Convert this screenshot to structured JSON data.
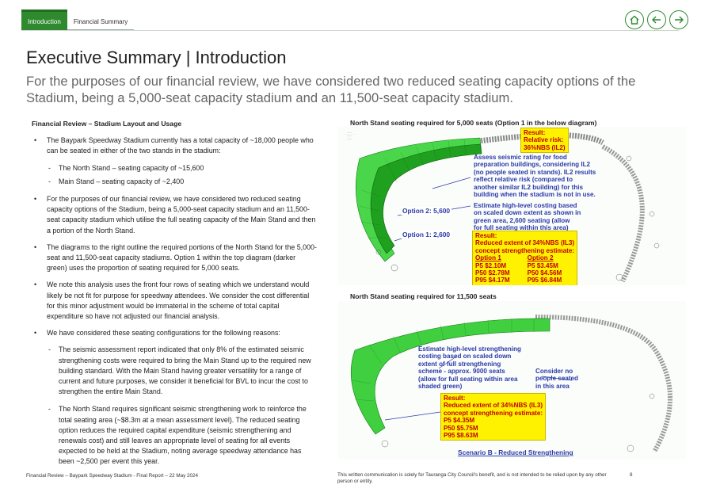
{
  "tabs": [
    {
      "label": "Introduction"
    },
    {
      "label": "Financial Summary"
    }
  ],
  "nav": {
    "home": "home-icon",
    "back": "arrow-left-icon",
    "next": "arrow-right-icon",
    "color": "#2f8a2f"
  },
  "title": "Executive Summary | Introduction",
  "subtitle": "For the purposes of our financial review, we have considered two reduced seating capacity options of the Stadium, being a 5,000-seat capacity stadium and an 11,500-seat capacity stadium.",
  "left": {
    "heading": "Financial Review – Stadium Layout and Usage",
    "b1": "The Baypark Speedway Stadium currently has a total capacity of ~18,000 people who can be seated in either of the two stands in the stadium:",
    "b1_sub1": "The North Stand – seating capacity of ~15,600",
    "b1_sub2": "Main Stand – seating capacity of ~2,400",
    "b2": "For the purposes of our financial review, we have considered two reduced seating capacity options of the Stadium, being a 5,000-seat capacity stadium and an 11,500-seat capacity stadium which utilise the full seating capacity of the Main Stand and then a portion of the North Stand.",
    "b3": "The diagrams to the right outline the required portions of the North Stand for the 5,000-seat and 11,500-seat capacity stadiums. Option 1 within the top diagram (darker green) uses the proportion of seating required for 5,000 seats.",
    "b4": "We note this analysis uses the front four rows of seating which we understand would likely be not fit for purpose for speedway attendees. We consider the cost differential for this minor adjustment would be immaterial in the scheme of total capital expenditure so have not adjusted our financial analysis.",
    "b5": "We have considered these seating configurations for the following reasons:",
    "b5_sub1": "The seismic assessment report indicated that only 8% of the estimated seismic strengthening costs were required to bring the Main Stand up to the required new building standard.  With the Main Stand having greater versatility for a range of current and future purposes, we consider it beneficial for BVL to incur the cost to strengthen the entire Main Stand.",
    "b5_sub2": "The North Stand requires significant seismic strengthening work to reinforce the total seating area (~$8.3m at a mean assessment level). The reduced seating option reduces the required capital expenditure (seismic strengthening and renewals cost) and still leaves an appropriate level of seating for all events expected to be held at the Stadium, noting average speedway attendance has been ~2,500 per event this year."
  },
  "diagram1": {
    "heading": "North Stand seating required for 5,000 seats (Option 1 in the below diagram)",
    "result_top": [
      "Result:",
      "Relative risk:",
      "36%NBS (IL2)"
    ],
    "assess": [
      "Assess seismic rating for food",
      "preparation buildings, considering IL2",
      "(no people seated in stands). IL2 results",
      "reflect relative risk (compared to",
      "another similar IL2 building) for this",
      "building when the stadium is not in use."
    ],
    "estimate": [
      "Estimate high-level costing based",
      "on scaled down extent as shown in",
      "green area, 2,600 seating (allow",
      "for full seating within this area)"
    ],
    "option2": "Option 2: 5,600",
    "option1": "Option 1: 2,600",
    "result_box": {
      "lines": [
        "Result:",
        "Reduced extent of 34%NBS (IL3)",
        "concept strengthening estimate:"
      ],
      "col1_head": "Option 1",
      "col1": [
        "P5 $2.10M",
        "P50 $2.78M",
        "P95 $4.17M"
      ],
      "col2_head": "Option 2",
      "col2": [
        "P5 $3.45M",
        "P50 $4.56M",
        "P95 $6.84M"
      ]
    },
    "fill_dark": "#1fa01f",
    "fill_light": "#4ad64a"
  },
  "diagram2": {
    "heading": "North Stand seating required for 11,500 seats",
    "estimate": [
      "Estimate high-level strengthening",
      "costing based on scaled down",
      "extent of full strengthening",
      "scheme - approx. 9000 seats",
      "(allow for full seating within area",
      "shaded green)"
    ],
    "consider": [
      "Consider no",
      "people seated",
      "in this area"
    ],
    "result_box": [
      "Result:",
      "Reduced extent of 34%NBS (IL3)",
      "concept strengthening estimate:",
      "P5 $4.35M",
      "P50 $5.75M",
      "P95 $8.63M"
    ],
    "scenario": "Scenario B - Reduced Strengthening"
  },
  "footer": {
    "left": "Financial Review – Baypark Speedway Stadium - Final Report – 22 May 2024",
    "right": "This written communication is solely for Tauranga City Council's benefit, and is not intended to be relied upon by any other person or entity.",
    "page": "8"
  }
}
